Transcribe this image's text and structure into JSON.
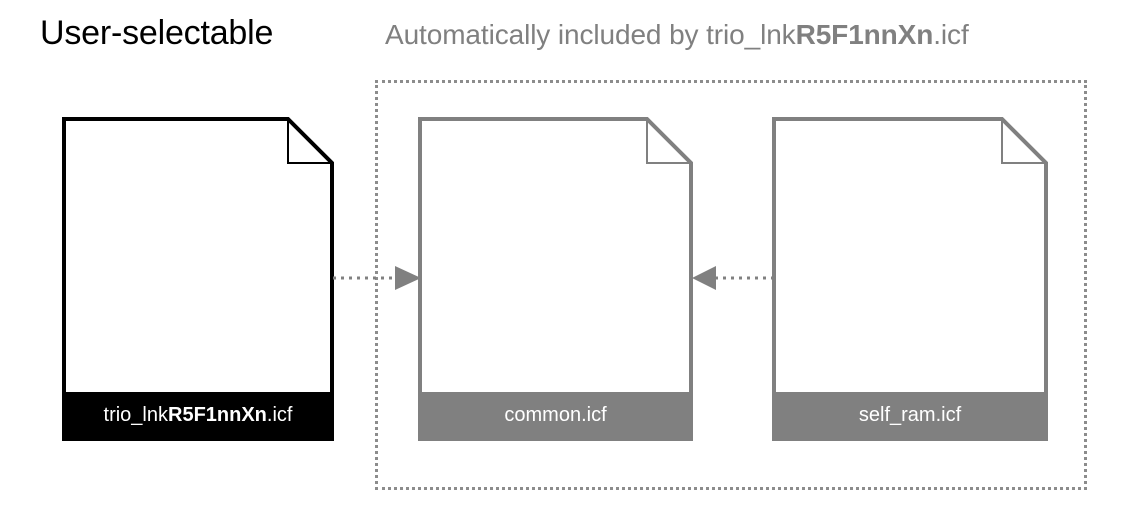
{
  "headings": {
    "user_selectable": "User-selectable",
    "automatic_prefix": "Automatically included by trio_lnk",
    "automatic_bold": "R5F1nnXn",
    "automatic_suffix": ".icf"
  },
  "colors": {
    "user_doc_border": "#000000",
    "user_doc_footer": "#000000",
    "auto_doc_border": "#808080",
    "auto_doc_footer": "#808080",
    "group_border": "#8c8c8c",
    "connector": "#808080",
    "heading_auto_text": "#808080",
    "heading_user_text": "#000000",
    "label_text": "#ffffff",
    "page_background": "#ffffff"
  },
  "documents": [
    {
      "id": "trio",
      "label_prefix": "trio_lnk",
      "label_bold": "R5F1nnXn",
      "label_suffix": ".icf",
      "group": "user-selectable",
      "style": "black"
    },
    {
      "id": "common",
      "label_prefix": "common.icf",
      "label_bold": "",
      "label_suffix": "",
      "group": "automatic",
      "style": "gray"
    },
    {
      "id": "selfram",
      "label_prefix": "self_ram.icf",
      "label_bold": "",
      "label_suffix": "",
      "group": "automatic",
      "style": "gray"
    }
  ],
  "connectors": [
    {
      "id": "trio-to-common",
      "from": "trio",
      "to": "common",
      "direction": "right",
      "line_style": "dotted"
    },
    {
      "id": "selfram-to-common",
      "from": "selfram",
      "to": "common",
      "direction": "left",
      "line_style": "dotted"
    }
  ],
  "group_box": {
    "name": "automatically-included-group",
    "line_style": "dotted"
  }
}
